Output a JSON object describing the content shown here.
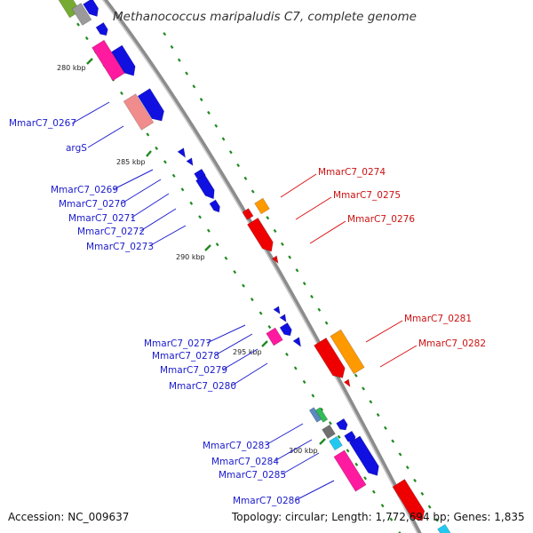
{
  "title": "Methanococcus maripaludis C7, complete genome",
  "footer": {
    "accession": "Accession: NC_009637",
    "topology": "Topology: circular; Length: 1,772,694 bp; Genes: 1,835"
  },
  "colors": {
    "backbone": "#8c8c8c",
    "tick": "#1f8a1f",
    "blue_label": "#1a1acc",
    "red_label": "#cc1111",
    "connector_blue": "#2020d0",
    "connector_red": "#dd1111",
    "gene_blue": "#1010e0",
    "gene_red": "#ee0000",
    "gene_orange": "#ff9900",
    "gene_magenta": "#ff1aa0",
    "gene_salmon": "#f08c8c",
    "gene_gray": "#9a9a9a",
    "gene_dark_gray": "#707070",
    "gene_olive": "#77aa33",
    "gene_cyan": "#22c8f0",
    "gene_green": "#33bb55",
    "gene_steel": "#5a8ac0"
  },
  "kbp_ticks": [
    {
      "label": "280 kbp"
    },
    {
      "label": "285 kbp"
    },
    {
      "label": "290 kbp"
    },
    {
      "label": "295 kbp"
    },
    {
      "label": "300 kbp"
    }
  ],
  "gene_labels": [
    {
      "text": "MmarC7_0267",
      "strand": "left"
    },
    {
      "text": "argS",
      "strand": "left"
    },
    {
      "text": "MmarC7_0269",
      "strand": "left"
    },
    {
      "text": "MmarC7_0270",
      "strand": "left"
    },
    {
      "text": "MmarC7_0271",
      "strand": "left"
    },
    {
      "text": "MmarC7_0272",
      "strand": "left"
    },
    {
      "text": "MmarC7_0273",
      "strand": "left"
    },
    {
      "text": "MmarC7_0274",
      "strand": "right"
    },
    {
      "text": "MmarC7_0275",
      "strand": "right"
    },
    {
      "text": "MmarC7_0276",
      "strand": "right"
    },
    {
      "text": "MmarC7_0277",
      "strand": "left"
    },
    {
      "text": "MmarC7_0278",
      "strand": "left"
    },
    {
      "text": "MmarC7_0279",
      "strand": "left"
    },
    {
      "text": "MmarC7_0280",
      "strand": "left"
    },
    {
      "text": "MmarC7_0281",
      "strand": "right"
    },
    {
      "text": "MmarC7_0282",
      "strand": "right"
    },
    {
      "text": "MmarC7_0283",
      "strand": "left"
    },
    {
      "text": "MmarC7_0284",
      "strand": "left"
    },
    {
      "text": "MmarC7_0285",
      "strand": "left"
    },
    {
      "text": "MmarC7_0286",
      "strand": "left"
    }
  ]
}
